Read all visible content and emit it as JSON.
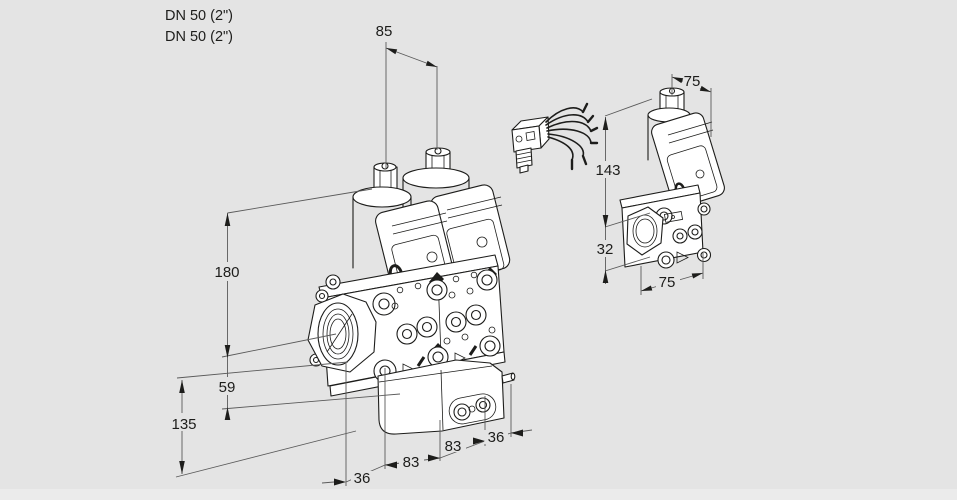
{
  "colors": {
    "background": "#e4e4e4",
    "footer_strip": "#ebebeb",
    "object_line": "#1d1d1b",
    "dimension_line": "#5a5a5a"
  },
  "connection_labels": {
    "line1": "DN 50 (2\")",
    "line2": "DN 50 (2\")"
  },
  "main_view": {
    "actuator_pitch": "85",
    "height_top_to_center": "180",
    "center_to_flange_bottom": "59",
    "center_to_module_bottom": "135",
    "offset_left": "36",
    "valve_width_1": "83",
    "valve_width_2": "83",
    "offset_right": "36"
  },
  "side_view": {
    "width_top": "75",
    "height_top_to_center": "143",
    "center_to_bottom": "32",
    "width_bottom": "75"
  }
}
